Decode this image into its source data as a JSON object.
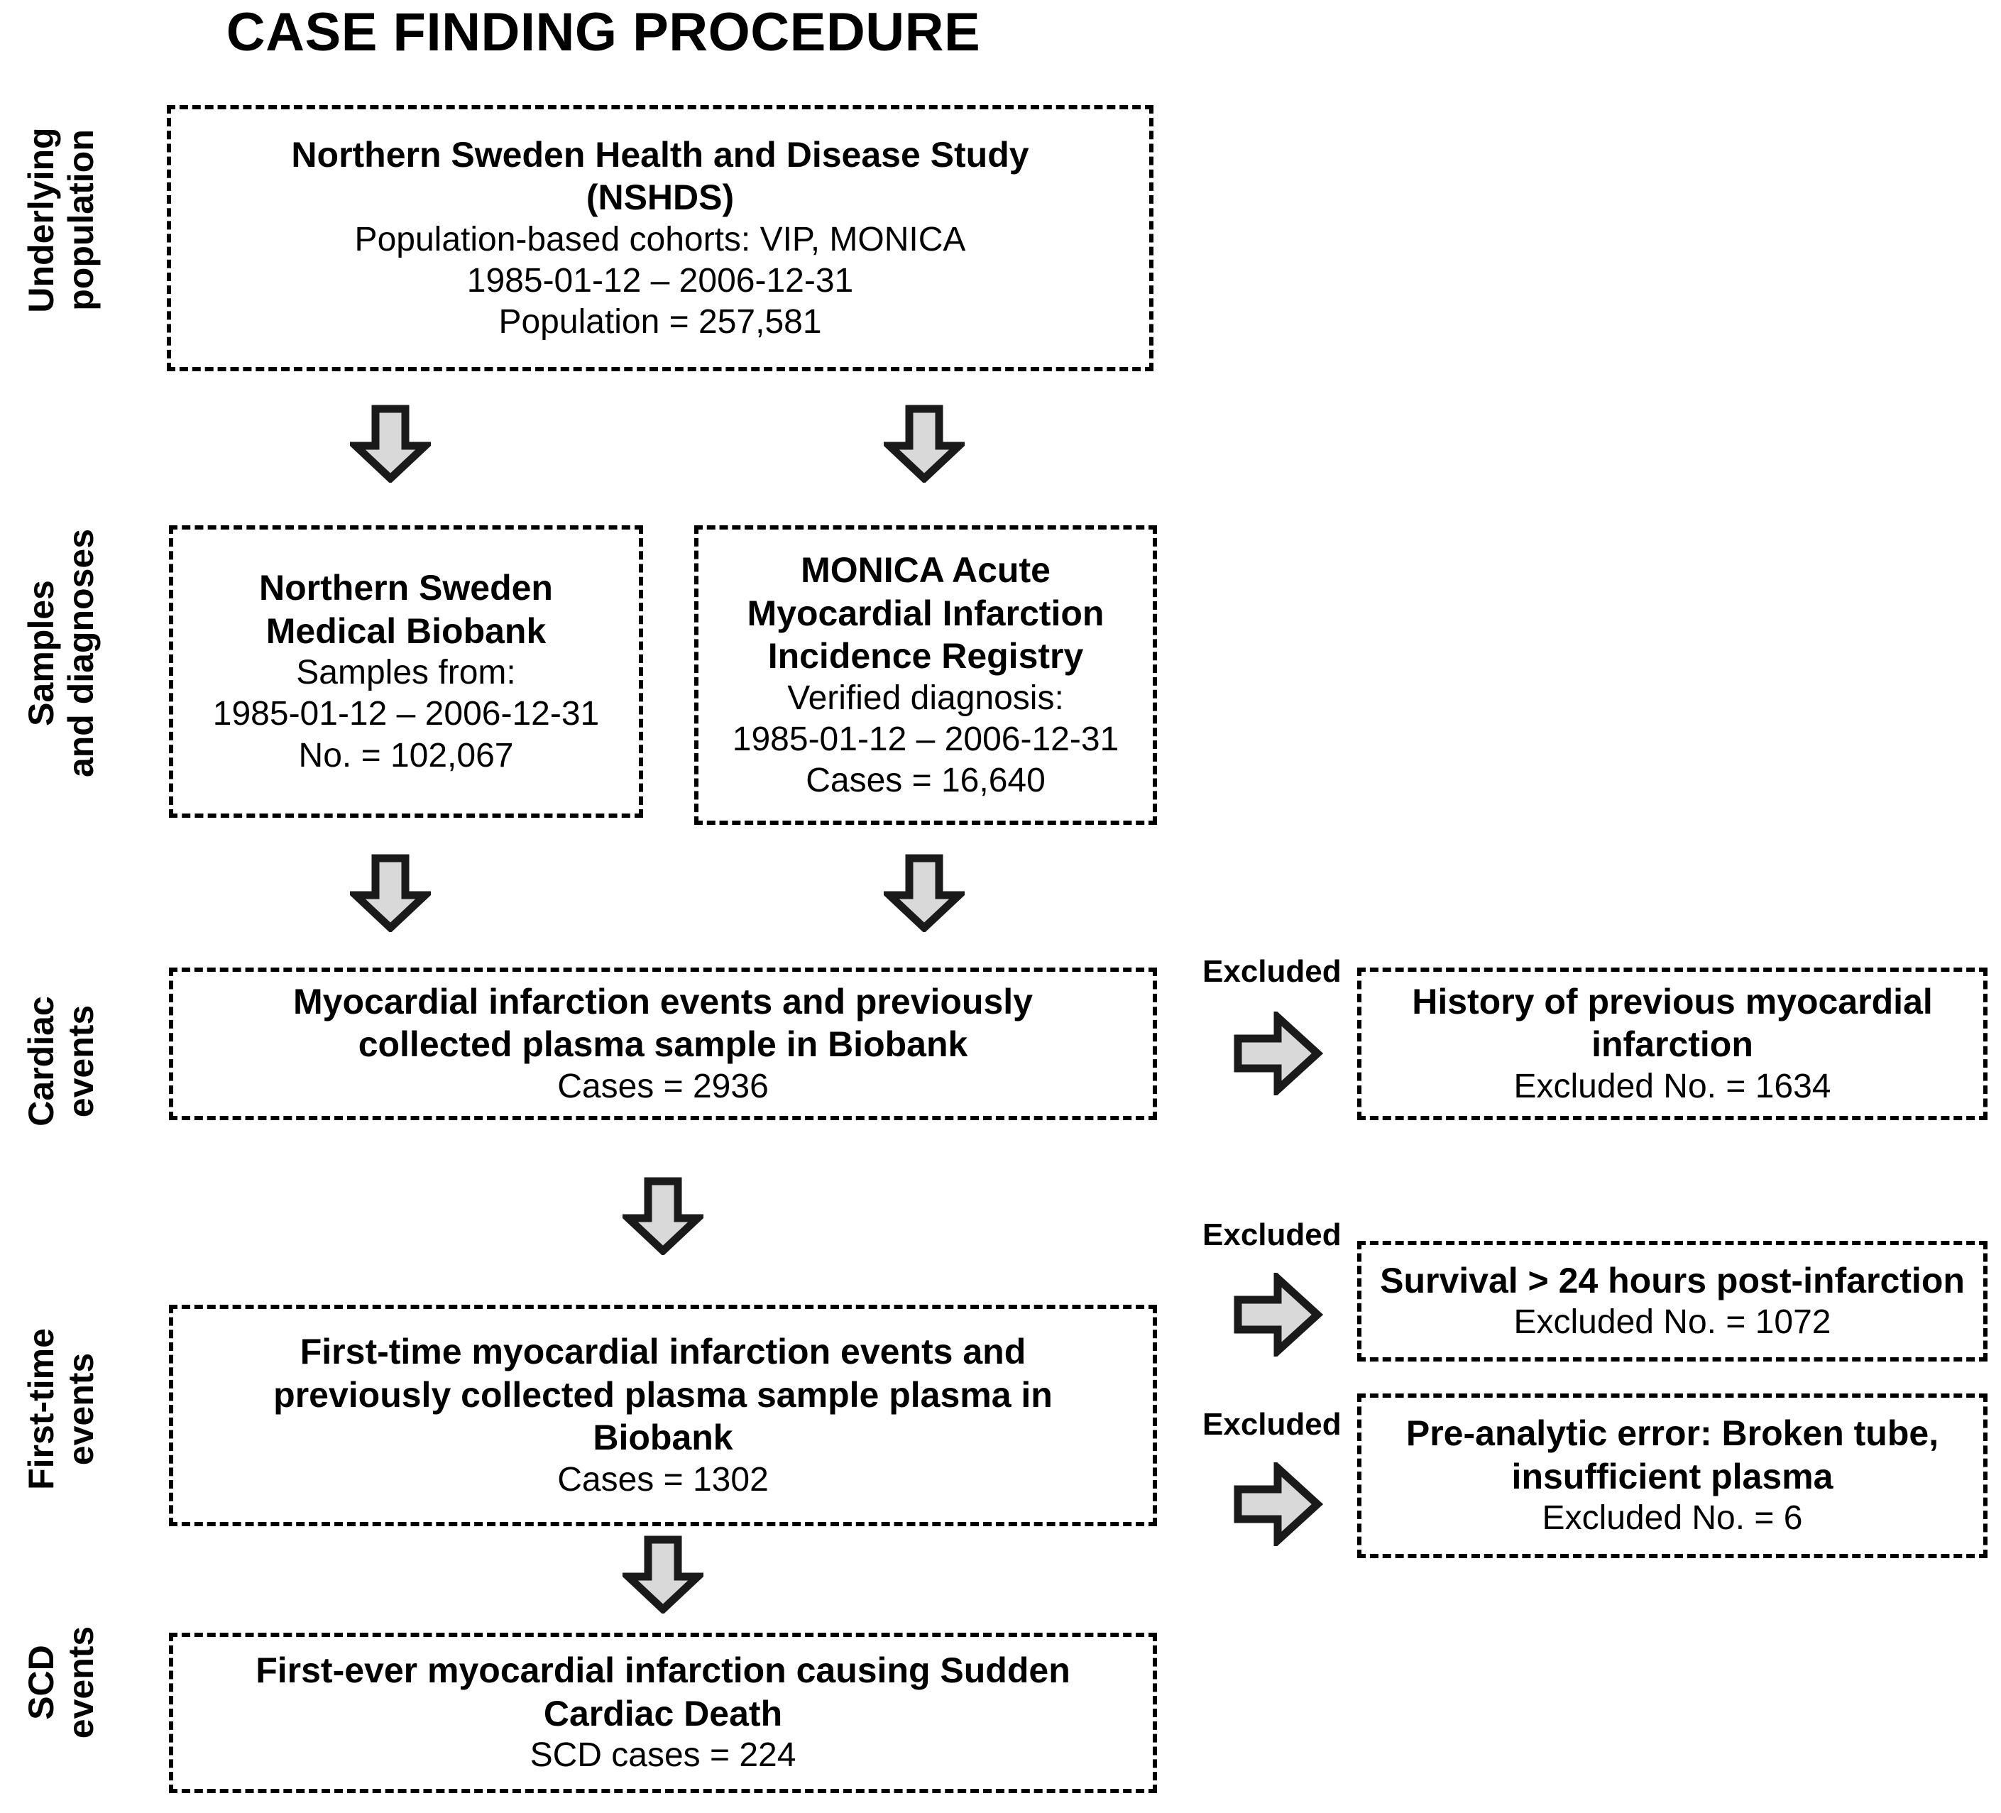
{
  "title": "CASE FINDING PROCEDURE",
  "stage_labels": [
    {
      "id": "underlying-population",
      "line1": "Underlying",
      "line2": "population"
    },
    {
      "id": "samples-and-diagnoses",
      "line1": "Samples",
      "line2": "and diagnoses"
    },
    {
      "id": "cardiac-events",
      "line1": "Cardiac",
      "line2": "events"
    },
    {
      "id": "first-time-events",
      "line1": "First-time",
      "line2": "events"
    },
    {
      "id": "scd-events",
      "line1": "SCD",
      "line2": "events"
    }
  ],
  "boxes": {
    "nshds": {
      "heading": [
        "Northern Sweden Health and Disease Study",
        "(NSHDS)"
      ],
      "body": [
        "Population-based cohorts: VIP, MONICA",
        "1985-01-12 – 2006-12-31",
        "Population = 257,581"
      ]
    },
    "biobank": {
      "heading": [
        "Northern Sweden",
        "Medical Biobank"
      ],
      "body": [
        "Samples from:",
        "1985-01-12 – 2006-12-31",
        "No. = 102,067"
      ]
    },
    "monica_registry": {
      "heading": [
        "MONICA Acute",
        "Myocardial Infarction",
        "Incidence Registry"
      ],
      "body": [
        "Verified diagnosis:",
        "1985-01-12 – 2006-12-31",
        "Cases = 16,640"
      ]
    },
    "mi_events": {
      "heading": [
        "Myocardial infarction events and previously",
        "collected plasma sample in Biobank"
      ],
      "body": [
        "Cases = 2936"
      ]
    },
    "first_time_events": {
      "heading": [
        "First-time myocardial infarction events and",
        "previously collected plasma sample plasma in",
        "Biobank"
      ],
      "body": [
        "Cases = 1302"
      ]
    },
    "scd_events": {
      "heading": [
        "First-ever myocardial infarction causing Sudden",
        "Cardiac Death"
      ],
      "body": [
        "SCD cases = 224"
      ]
    },
    "excl_history": {
      "heading": [
        "History of previous myocardial",
        "infarction"
      ],
      "body": [
        "Excluded No. = 1634"
      ]
    },
    "excl_survival": {
      "heading": [
        "Survival > 24 hours post-infarction"
      ],
      "body": [
        "Excluded No. = 1072"
      ]
    },
    "excl_preanalytic": {
      "heading": [
        "Pre-analytic error: Broken tube,",
        "insufficient plasma"
      ],
      "body": [
        "Excluded No. = 6"
      ]
    }
  },
  "excluded_captions": {
    "history": "Excluded",
    "survival": "Excluded",
    "preanalytic": "Excluded"
  },
  "colors": {
    "arrow_fill": "#d9d9d9",
    "arrow_stroke": "#1a1a1a",
    "box_border": "#000000",
    "text": "#000000",
    "background": "#ffffff"
  }
}
